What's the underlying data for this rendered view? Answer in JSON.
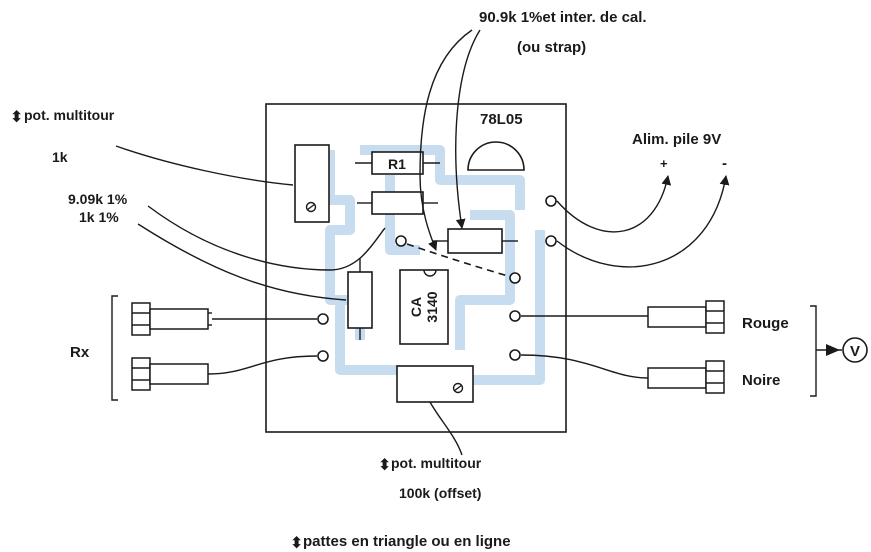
{
  "labels": {
    "pot_top_note": "pot. multitour",
    "pot_top_value": "1k",
    "resistor_9k": "9.09k 1%",
    "resistor_1k": "1k 1%",
    "top_note_line1": "90.9k 1%et inter. de cal.",
    "top_note_line2": "(ou strap)",
    "regulator": "78L05",
    "alim": "Alim. pile 9V",
    "plus": "+",
    "minus": "-",
    "r1": "R1",
    "ic_line1": "CA",
    "ic_line2": "3140",
    "rx": "Rx",
    "rouge": "Rouge",
    "noire": "Noire",
    "voltmeter": "V",
    "pot_bottom_note": "pot. multitour",
    "pot_bottom_value": "100k (offset)",
    "footnote": "pattes en triangle ou en ligne"
  }
}
